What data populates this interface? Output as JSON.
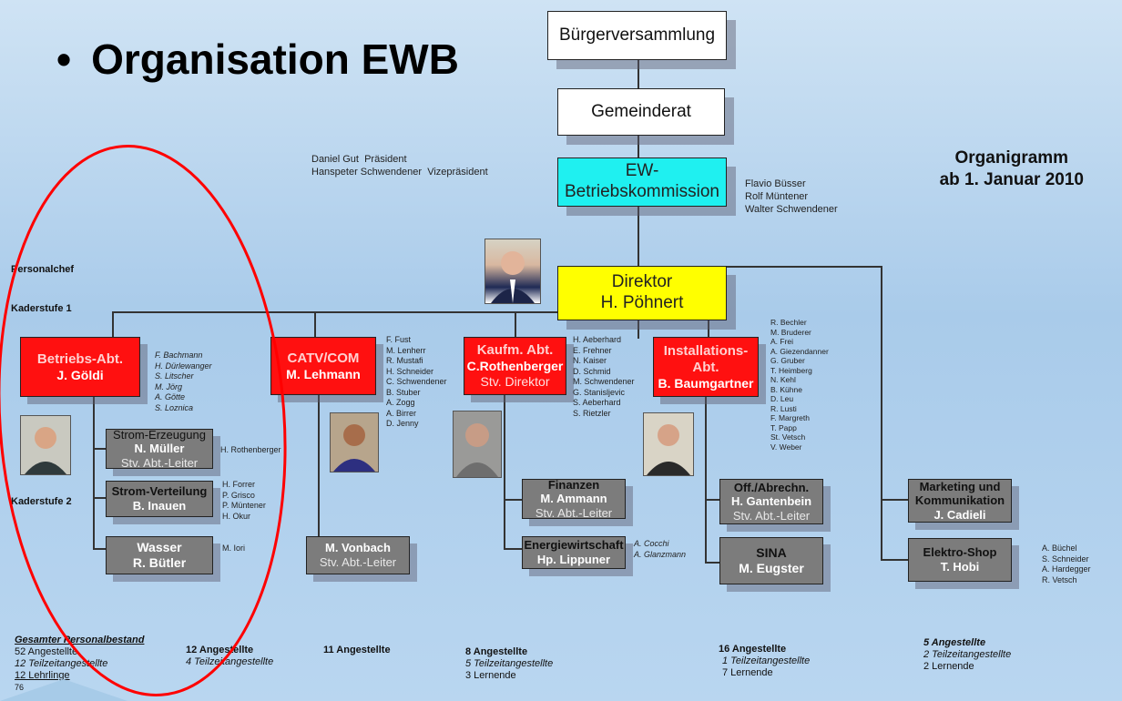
{
  "title": "Organisation EWB",
  "bullet": "•",
  "org_title": [
    "Organigramm",
    "ab 1. Januar 2010"
  ],
  "boxes": {
    "buerger": "Bürgerversammlung",
    "gemeinderat": "Gemeinderat",
    "ewb": [
      "EW-",
      "Betriebskommission"
    ],
    "direktor": [
      "Direktor",
      "H. Pöhnert"
    ],
    "betriebs": [
      "Betriebs-Abt.",
      "J. Göldi"
    ],
    "catv": [
      "CATV/COM",
      "M. Lehmann"
    ],
    "kaufm": [
      "Kaufm. Abt.",
      "C.Rothenberger",
      "Stv. Direktor"
    ],
    "install": [
      "Installations-",
      "Abt.",
      "B. Baumgartner"
    ],
    "strom_erz": [
      "Strom-Erzeugung",
      "N. Müller",
      "Stv. Abt.-Leiter"
    ],
    "strom_vert": [
      "Strom-Verteilung",
      "B. Inauen"
    ],
    "wasser": [
      "Wasser",
      "R. Bütler"
    ],
    "vonbach": [
      "M. Vonbach",
      "Stv. Abt.-Leiter"
    ],
    "finanzen": [
      "Finanzen",
      "M. Ammann",
      "Stv. Abt.-Leiter"
    ],
    "energie": [
      "Energiewirtschaft",
      "Hp. Lippuner"
    ],
    "offabr": [
      "Off./Abrechn.",
      "H. Gantenbein",
      "Stv. Abt.-Leiter"
    ],
    "sina": [
      "SINA",
      "M. Eugster"
    ],
    "marketing": [
      "Marketing und",
      "Kommunikation",
      "J. Cadieli"
    ],
    "elektro": [
      "Elektro-Shop",
      "T. Hobi"
    ]
  },
  "labels": {
    "personalchef": "Personalchef",
    "kader1": "Kaderstufe 1",
    "kader2": "Kaderstufe 2"
  },
  "gemeinderat_names": "Daniel Gut  Präsident\nHanspeter Schwendener  Vizepräsident",
  "ewb_names": "Flavio Büsser\nRolf Müntener\nWalter Schwendener",
  "name_lists": {
    "betriebs": "F. Bachmann\nH. Dürlewanger\nS. Litscher\nM. Jörg\nA. Götte\nS. Loznica",
    "catv": "F. Fust\nM. Lenherr\nR. Mustafi\nH. Schneider\nC. Schwendener\nB. Stuber\nA. Zogg\nA. Birrer\nD. Jenny",
    "kaufm": "H. Aeberhard\nE. Frehner\nN. Kaiser\nD. Schmid\nM. Schwendener\nG. Stanisljevic\nS. Aeberhard\nS. Rietzler",
    "install": "R. Bechler\nM. Bruderer\nA. Frei\nA. Giezendanner\nG. Gruber\nT. Heimberg\nN. Kehl\nB. Kühne\nD. Leu\nR. Lusti\nF. Margreth\nT. Papp\nSt. Vetsch\nV. Weber",
    "strom_erz": "H. Rothenberger",
    "strom_vert": "H. Forrer\nP. Grisco\nP. Müntener\nH. Okur",
    "wasser": "M. Iori",
    "energie": "A. Cocchi\nA. Glanzmann",
    "elektro": "A. Büchel\nS. Schneider\nA. Hardegger\nR. Vetsch"
  },
  "footers": {
    "total": [
      "Gesamter Personalbestand",
      "52 Angestellte",
      "12 Teilzeitangestellte",
      "12 Lehrlinge",
      "76"
    ],
    "betriebs": [
      "12 Angestellte",
      "4 Teilzeitangestellte"
    ],
    "catv": [
      "11 Angestellte"
    ],
    "kaufm": [
      "8 Angestellte",
      "5 Teilzeitangestellte",
      "3 Lernende"
    ],
    "install": [
      "16 Angestellte",
      "1 Teilzeitangestellte",
      "7 Lernende"
    ],
    "marketing": [
      "5 Angestellte",
      "2 Teilzeitangestellte",
      "2 Lernende"
    ]
  }
}
